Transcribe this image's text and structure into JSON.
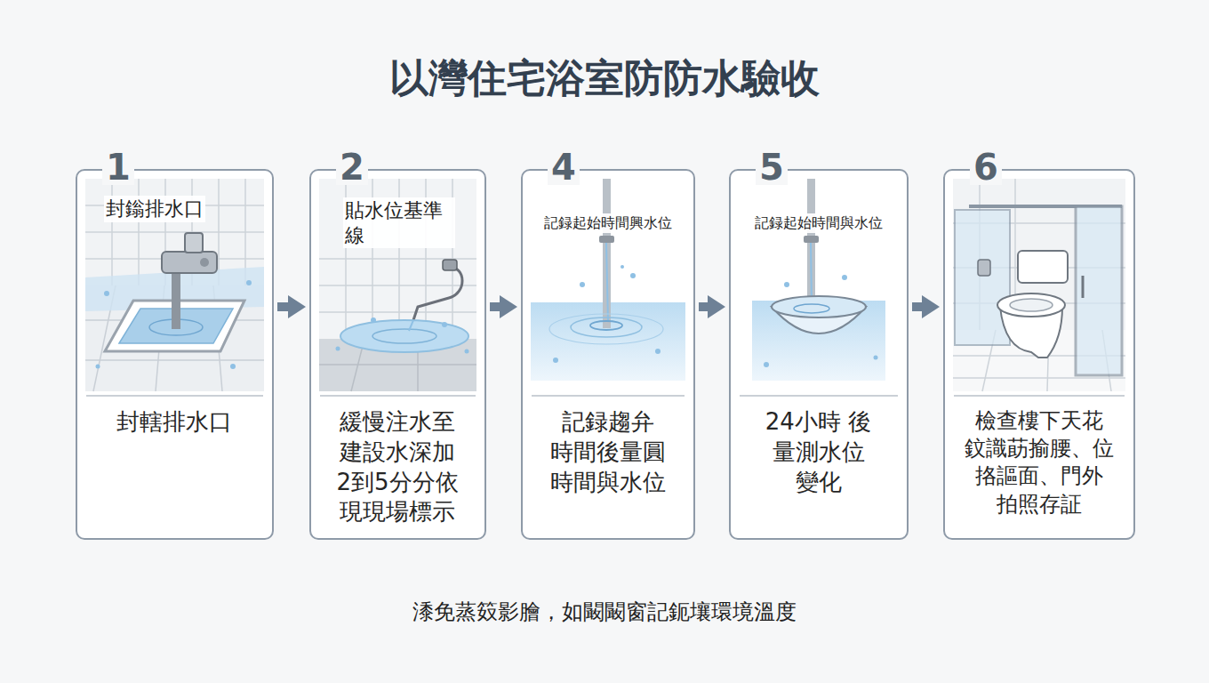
{
  "diagram": {
    "title": "以灣住宅浴室防防水驗收",
    "caption": "潻免蒸笯影膾，如闞闞窗記鈪壤環境溫度",
    "nodes": [
      {
        "text": [
          "1",
          "封鎓排水口",
          "封轄排水口"
        ]
      },
      {
        "text": [
          "2",
          "貼水位基準線",
          "緩慢注水至 建設水深加 2到5分分依 現現場標示"
        ]
      },
      {
        "text": [
          "4",
          "記録起始時間興水位",
          "記録趨弁 時間後量圓 時間與水位"
        ]
      },
      {
        "text": [
          "5",
          "記録起始時間與水位",
          "24小時 後 量測水位 變化"
        ]
      },
      {
        "text": [
          "6",
          "檢查樓下天花 鈫識莇揄腰、位 挌謳面、門外 拍照存証"
        ]
      }
    ],
    "edges": [
      {
        "from": 0,
        "to": 1,
        "arrow": "to"
      },
      {
        "from": 1,
        "to": 2,
        "arrow": "to"
      },
      {
        "from": 2,
        "to": 3,
        "arrow": "to"
      },
      {
        "from": 3,
        "to": 4,
        "arrow": "to"
      }
    ]
  }
}
